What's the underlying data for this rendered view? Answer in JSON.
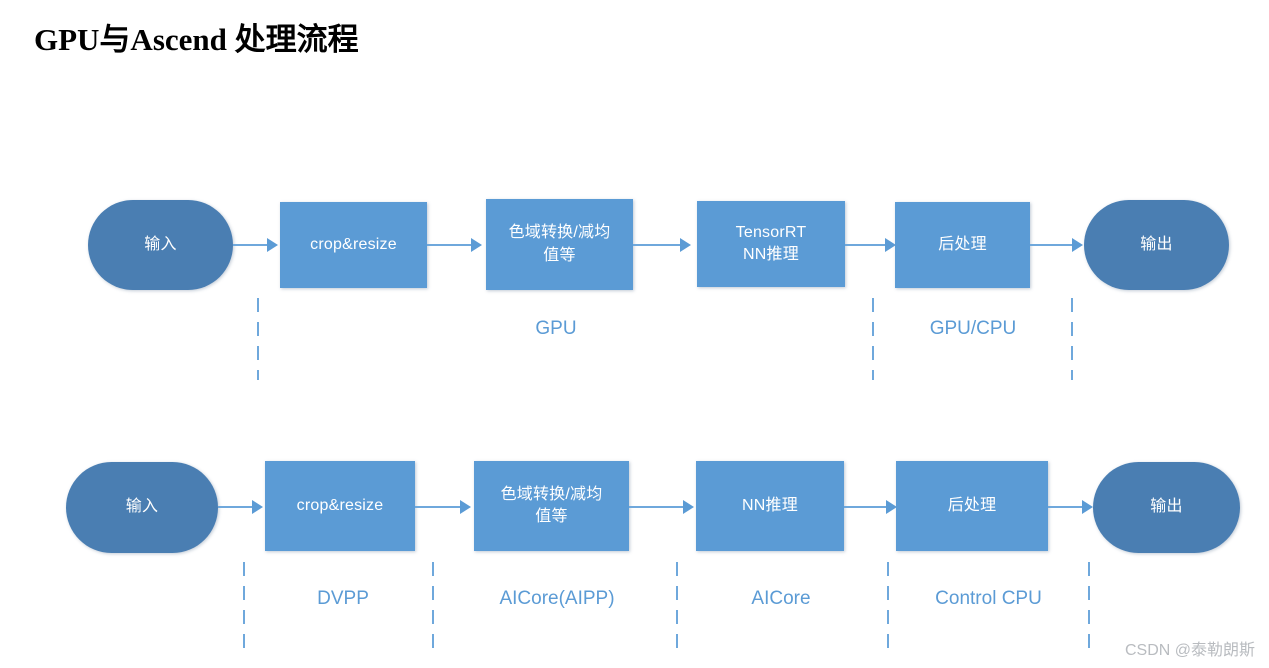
{
  "slide": {
    "title": "GPU与Ascend 处理流程",
    "background": "#ffffff"
  },
  "colors": {
    "process_fill": "#5B9BD5",
    "terminator_fill": "#4A7EB2",
    "connector": "#6FA8DC",
    "zone_label": "#5B9BD5",
    "title_text": "#000000",
    "node_text": "#ffffff",
    "watermark_text": "#b9bcc0"
  },
  "rows": [
    {
      "name": "gpu-pipeline",
      "nodes": [
        {
          "id": "input",
          "type": "terminator",
          "label": "输入"
        },
        {
          "id": "crop-resize",
          "type": "process",
          "label": "crop&resize"
        },
        {
          "id": "color-convert",
          "type": "process",
          "label_line1": "色域转换/减均",
          "label_line2": "值等"
        },
        {
          "id": "inference",
          "type": "process",
          "label_line1": "TensorRT",
          "label_line2": "NN推理"
        },
        {
          "id": "postprocess",
          "type": "process",
          "label": "后处理"
        },
        {
          "id": "output",
          "type": "terminator",
          "label": "输出"
        }
      ],
      "zones": [
        {
          "id": "gpu",
          "label": "GPU"
        },
        {
          "id": "gpu-cpu",
          "label": "GPU/CPU"
        }
      ]
    },
    {
      "name": "ascend-pipeline",
      "nodes": [
        {
          "id": "input",
          "type": "terminator",
          "label": "输入"
        },
        {
          "id": "crop-resize",
          "type": "process",
          "label": "crop&resize"
        },
        {
          "id": "color-convert",
          "type": "process",
          "label_line1": "色域转换/减均",
          "label_line2": "值等"
        },
        {
          "id": "inference",
          "type": "process",
          "label": "NN推理"
        },
        {
          "id": "postprocess",
          "type": "process",
          "label": "后处理"
        },
        {
          "id": "output",
          "type": "terminator",
          "label": "输出"
        }
      ],
      "zones": [
        {
          "id": "dvpp",
          "label": "DVPP"
        },
        {
          "id": "aicore-aipp",
          "label": "AICore(AIPP)"
        },
        {
          "id": "aicore",
          "label": "AICore"
        },
        {
          "id": "control-cpu",
          "label": "Control CPU"
        }
      ]
    }
  ],
  "watermark": {
    "text": "CSDN @泰勒朗斯"
  }
}
